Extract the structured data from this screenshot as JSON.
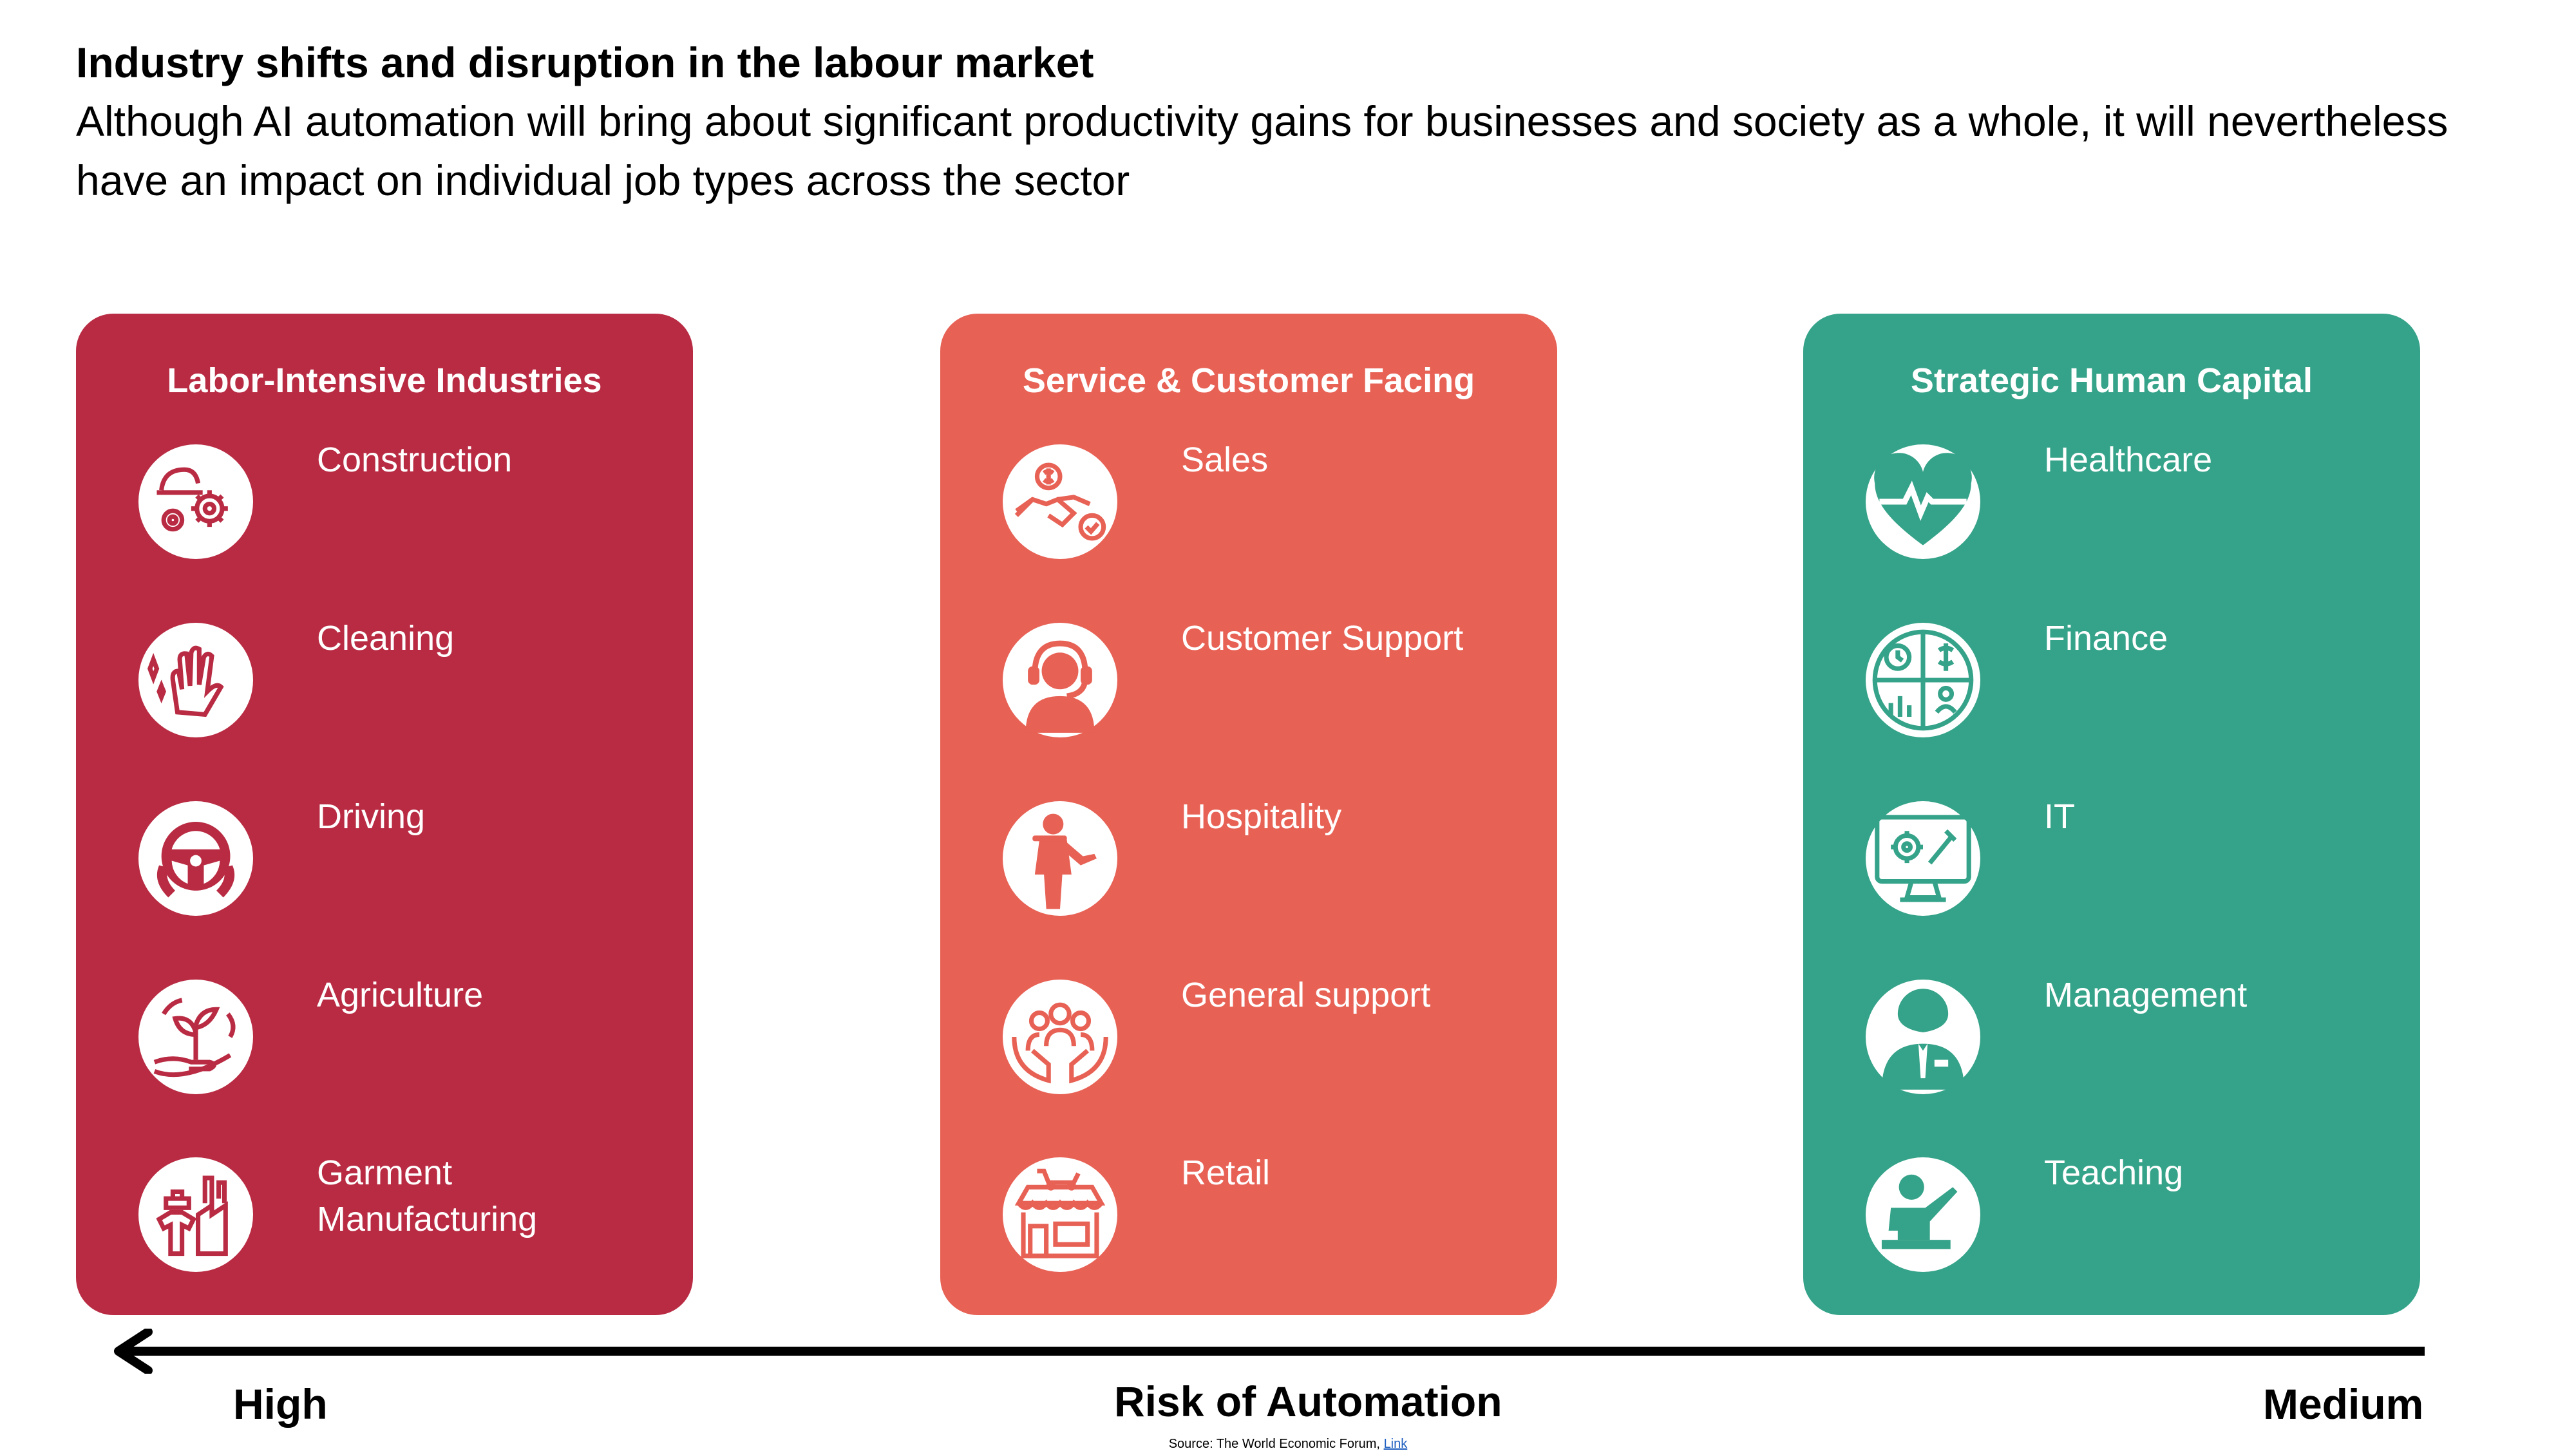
{
  "header": {
    "title": "Industry shifts and disruption in the labour market",
    "subtitle": "Although AI automation will bring about significant productivity gains for businesses and society as a whole, it will nevertheless have an impact on individual job types across the sector"
  },
  "colors": {
    "labor": "#b92b43",
    "service": "#e86155",
    "strategic": "#35a389",
    "text_on_panel": "#ffffff"
  },
  "panels": [
    {
      "heading": "Labor-Intensive Industries",
      "items": [
        {
          "label": "Construction",
          "icon": "construction-gears-icon"
        },
        {
          "label": "Cleaning",
          "icon": "cleaning-hand-icon"
        },
        {
          "label": "Driving",
          "icon": "steering-wheel-icon"
        },
        {
          "label": "Agriculture",
          "icon": "plant-in-hand-icon"
        },
        {
          "label": "Garment\nManufacturing",
          "icon": "factory-garment-icon"
        }
      ]
    },
    {
      "heading": "Service & Customer Facing",
      "items": [
        {
          "label": "Sales",
          "icon": "handshake-dollar-icon"
        },
        {
          "label": "Customer Support",
          "icon": "headset-agent-icon"
        },
        {
          "label": "Hospitality",
          "icon": "waiter-icon"
        },
        {
          "label": "General support",
          "icon": "people-in-hands-icon"
        },
        {
          "label": "Retail",
          "icon": "shop-cart-icon"
        }
      ]
    },
    {
      "heading": "Strategic Human Capital",
      "items": [
        {
          "label": "Healthcare",
          "icon": "heart-pulse-icon"
        },
        {
          "label": "Finance",
          "icon": "finance-pie-icon"
        },
        {
          "label": "IT",
          "icon": "monitor-gear-icon"
        },
        {
          "label": "Management",
          "icon": "manager-person-icon"
        },
        {
          "label": "Teaching",
          "icon": "teacher-board-icon"
        }
      ]
    }
  ],
  "axis": {
    "left_label": "High",
    "center_label": "Risk of Automation",
    "right_label": "Medium"
  },
  "footer": {
    "source_text": "Source: The World Economic Forum,",
    "link_text": "Link"
  }
}
